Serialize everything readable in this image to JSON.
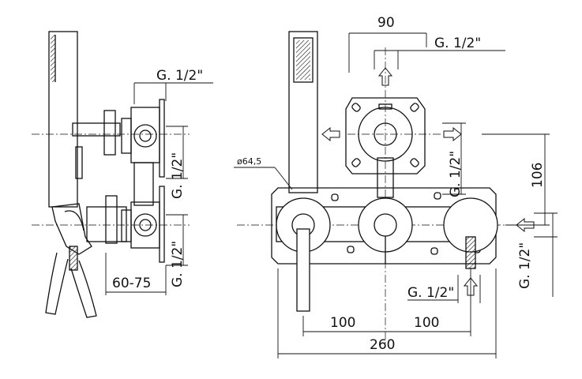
{
  "labels": {
    "side_thread_top": "G. 1/2\"",
    "side_thread_v1": "G. 1/2\"",
    "side_thread_v2": "G. 1/2\"",
    "side_depth": "60-75",
    "front_top_dim": "90",
    "front_thread_top": "G. 1/2\"",
    "front_thread_right_v": "G. 1/2\"",
    "front_dim_106": "106",
    "front_thread_far_right_v": "G. 1/2\"",
    "front_thread_bottom": "G. 1/2\"",
    "front_diameter": "ø64,5",
    "front_dim_100_left": "100",
    "front_dim_100_right": "100",
    "front_dim_260": "260"
  }
}
